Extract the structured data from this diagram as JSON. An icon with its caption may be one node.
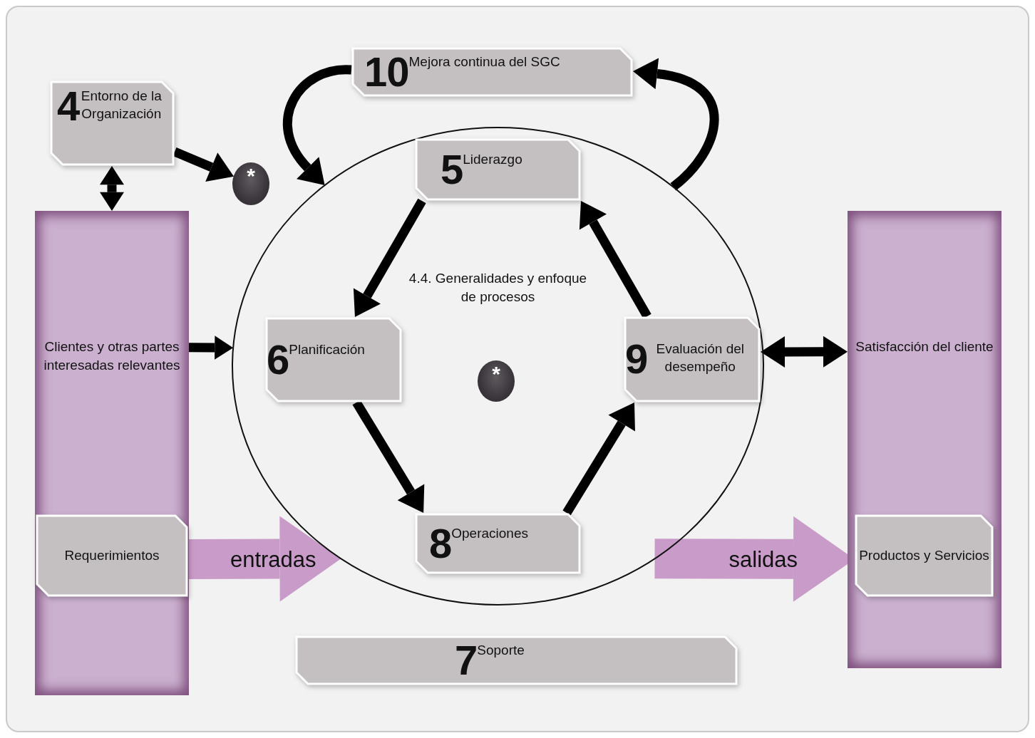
{
  "diagram": {
    "nodes": [
      {
        "text": [
          "4",
          "Entorno de la Organización"
        ]
      },
      {
        "text": [
          "10",
          "Mejora continua del SGC"
        ]
      },
      {
        "text": [
          "*"
        ]
      },
      {
        "text": [
          "4.4. Generalidades y enfoque de procesos"
        ]
      },
      {
        "text": [
          "5",
          "Liderazgo"
        ],
        "in": 3
      },
      {
        "text": [
          "6",
          "Planificación"
        ],
        "in": 3
      },
      {
        "text": [
          "*"
        ],
        "in": 3
      },
      {
        "text": [
          "9",
          "Evaluación del desempeño"
        ],
        "in": 3
      },
      {
        "text": [
          "8",
          "Operaciones"
        ],
        "in": 3
      },
      {
        "text": [
          "Clientes y otras partes interesadas relevantes"
        ]
      },
      {
        "text": [
          "Requerimientos"
        ],
        "in": 9
      },
      {
        "text": [
          "Satisfacción del cliente"
        ]
      },
      {
        "text": [
          "Productos y Servicios"
        ],
        "in": 11
      },
      {
        "text": [
          "7",
          "Soporte"
        ]
      }
    ],
    "edges": [
      {
        "from": 1,
        "to": 3,
        "arrow": "to"
      },
      {
        "from": 3,
        "to": 1,
        "arrow": "to"
      },
      {
        "from": 0,
        "to": 2,
        "arrow": "to"
      },
      {
        "from": 0,
        "to": 9,
        "arrow": "both"
      },
      {
        "from": 9,
        "to": 3,
        "arrow": "to"
      },
      {
        "from": 4,
        "to": 5,
        "arrow": "to"
      },
      {
        "from": 5,
        "to": 8,
        "arrow": "to"
      },
      {
        "from": 8,
        "to": 7,
        "arrow": "to"
      },
      {
        "from": 7,
        "to": 4,
        "arrow": "to"
      },
      {
        "from": 7,
        "to": 11,
        "arrow": "both"
      },
      {
        "from": 10,
        "to": 3,
        "arrow": "to",
        "label": "entradas",
        "style": "thick",
        "color": "#c99bc8"
      },
      {
        "from": 3,
        "to": 12,
        "arrow": "to",
        "label": "salidas",
        "style": "thick",
        "color": "#c99bc8"
      }
    ]
  }
}
